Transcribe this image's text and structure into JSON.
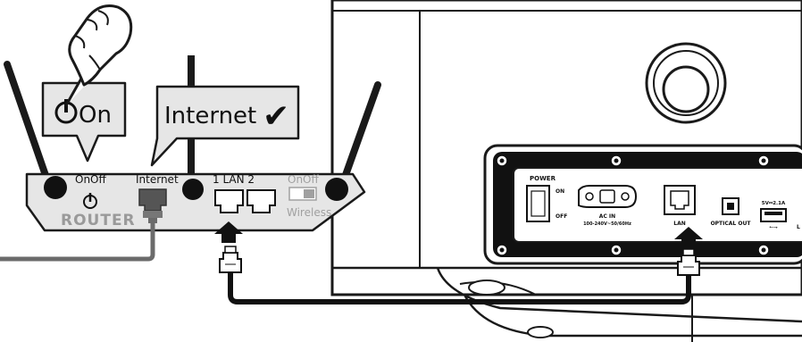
{
  "callouts": {
    "on_label": "On",
    "internet_label": "Internet",
    "check_glyph": "✔"
  },
  "router": {
    "brand_label": "ROUTER",
    "power_onoff_label": "OnOff",
    "internet_port_label": "Internet",
    "lan_label": "1  LAN  2",
    "wireless_onoff_label": "OnOff",
    "wireless_label": "Wireless"
  },
  "device_panel": {
    "power_label": "POWER",
    "power_on_label": "ON",
    "power_off_label": "OFF",
    "ac_in_label": "AC IN",
    "ac_spec_label": "100-240V~50/60Hz",
    "lan_label": "LAN",
    "optical_label": "OPTICAL OUT",
    "usb_label": "5V⎓2.1A",
    "usb_symbol": "⭠⭢",
    "cut_label": "L"
  },
  "colors": {
    "line": "#1a1a1a",
    "router_body": "#e6e6e6",
    "device_panel": "#111111",
    "cable_gray": "#6b6b6b"
  },
  "icons": [
    "pointing-hand-icon",
    "power-icon",
    "checkmark-icon",
    "arrow-up-icon",
    "ethernet-plug-icon",
    "rj45-port-icon"
  ]
}
